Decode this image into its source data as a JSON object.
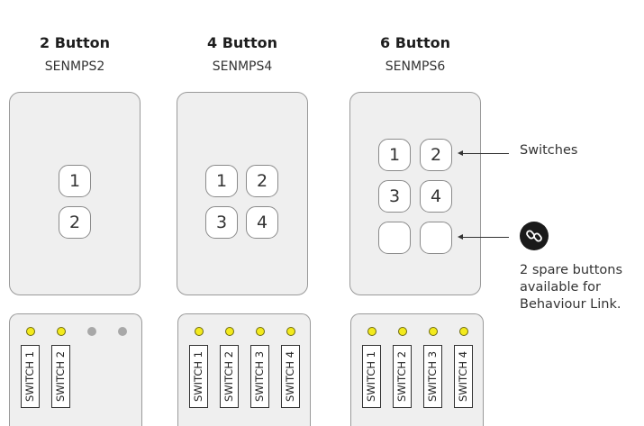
{
  "products": [
    {
      "title": "2 Button",
      "code": "SENMPS2",
      "buttons": [
        "1",
        "2"
      ],
      "leds": [
        "on",
        "on",
        "off",
        "off"
      ],
      "labels": [
        "SWITCH 1",
        "SWITCH 2"
      ]
    },
    {
      "title": "4 Button",
      "code": "SENMPS4",
      "buttons": [
        "1",
        "2",
        "3",
        "4"
      ],
      "leds": [
        "on",
        "on",
        "on",
        "on"
      ],
      "labels": [
        "SWITCH 1",
        "SWITCH 2",
        "SWITCH 3",
        "SWITCH 4"
      ]
    },
    {
      "title": "6 Button",
      "code": "SENMPS6",
      "buttons": [
        "1",
        "2",
        "3",
        "4",
        "",
        ""
      ],
      "leds": [
        "on",
        "on",
        "on",
        "on"
      ],
      "labels": [
        "SWITCH 1",
        "SWITCH 2",
        "SWITCH 3",
        "SWITCH 4"
      ]
    }
  ],
  "annotations": {
    "switches": "Switches",
    "spare_lines": [
      "2 spare buttons",
      "available for",
      "Behaviour Link."
    ],
    "link_icon": "link-icon"
  },
  "colors": {
    "led_on": "#f3ea1d",
    "led_off": "#a8a8a8",
    "panel": "#efefef"
  }
}
